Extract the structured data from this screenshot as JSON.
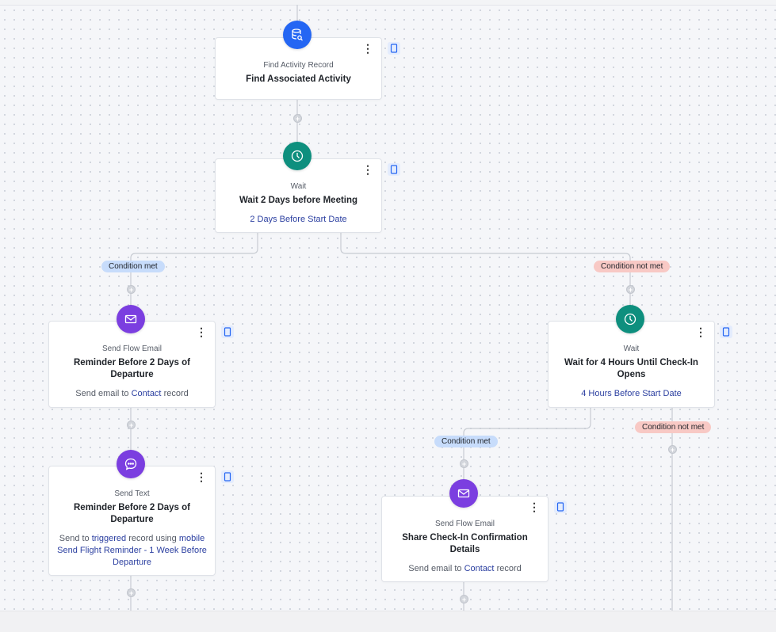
{
  "nodes": {
    "find_activity": {
      "type": "Find Activity Record",
      "title": "Find Associated Activity",
      "icon": "database-search-icon"
    },
    "wait_2_days": {
      "type": "Wait",
      "title": "Wait 2 Days before Meeting",
      "detail": "2 Days Before Start Date",
      "icon": "clock-icon"
    },
    "email_2_days": {
      "type": "Send Flow Email",
      "title": "Reminder Before 2 Days of Departure",
      "detail_prefix": "Send email to",
      "detail_link": "Contact",
      "detail_suffix": "record",
      "icon": "mail-icon"
    },
    "wait_4_hours": {
      "type": "Wait",
      "title": "Wait for 4 Hours Until Check-In Opens",
      "detail": "4 Hours Before Start Date",
      "icon": "clock-icon"
    },
    "text_2_days": {
      "type": "Send Text",
      "title": "Reminder Before 2 Days of Departure",
      "detail_p1": "Send to",
      "detail_l1": "triggered",
      "detail_p2": "record using",
      "detail_l2": "mobile",
      "detail_l3": "Send Flight Reminder - 1 Week Before Departure",
      "icon": "chat-icon"
    },
    "email_checkin": {
      "type": "Send Flow Email",
      "title": "Share Check-In Confirmation Details",
      "detail_prefix": "Send email to",
      "detail_link": "Contact",
      "detail_suffix": "record",
      "icon": "mail-icon"
    }
  },
  "branches": {
    "met_1": "Condition met",
    "not_met_1": "Condition not met",
    "met_2": "Condition met",
    "not_met_2": "Condition not met"
  },
  "menu_label": "⋮",
  "colors": {
    "accent_blue": "#2466f3",
    "teal": "#0e8f7e",
    "purple": "#7b3ee0",
    "link": "#2b3fa0",
    "met": "#c7dcfb",
    "not_met": "#f8c9c5"
  }
}
